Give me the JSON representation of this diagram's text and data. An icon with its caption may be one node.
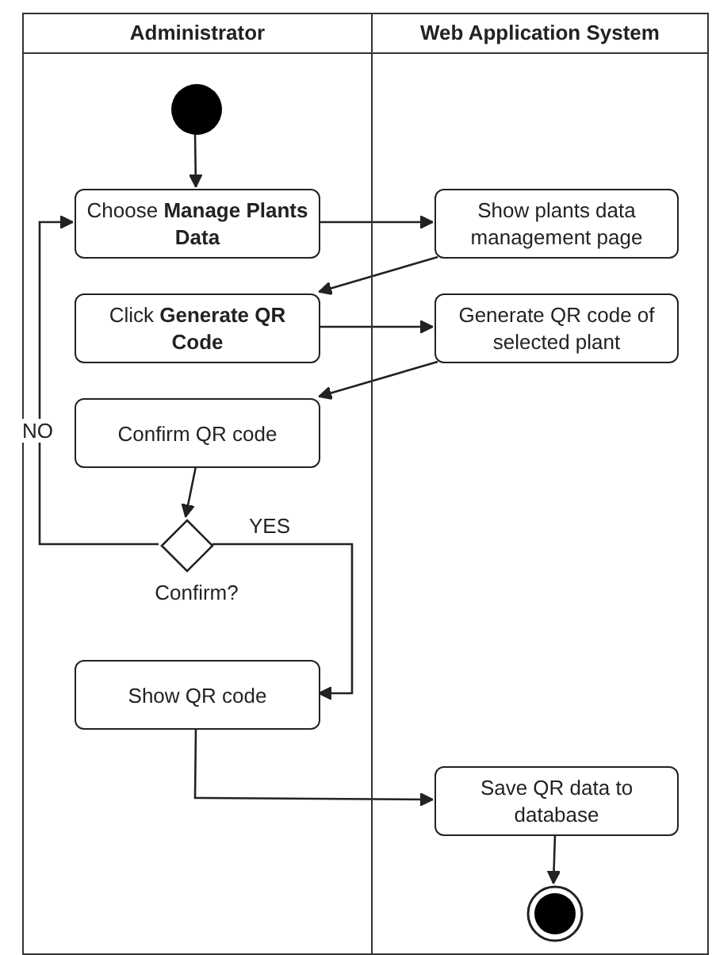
{
  "diagram": {
    "nodes": [
      {
        "text": [
          "Administrator"
        ]
      },
      {
        "text": [
          "Web Application System"
        ]
      },
      {
        "text": [],
        "shape": "circle",
        "in": 0
      },
      {
        "text": [
          "Choose **Manage Plants Data**"
        ],
        "in": 0
      },
      {
        "text": [
          "Show plants data management page"
        ],
        "in": 1
      },
      {
        "text": [
          "Click **Generate QR Code**"
        ],
        "in": 0
      },
      {
        "text": [
          "Generate QR code of selected plant"
        ],
        "in": 1
      },
      {
        "text": [
          "Confirm QR code"
        ],
        "in": 0
      },
      {
        "text": [
          "Confirm?"
        ],
        "in": 0
      },
      {
        "text": [
          "Show QR code"
        ],
        "in": 0
      },
      {
        "text": [
          "Save QR data to database"
        ],
        "in": 1
      },
      {
        "text": [],
        "shape": "circle",
        "in": 1
      }
    ],
    "edges": [
      {
        "from": 2,
        "to": 3,
        "arrow": "to"
      },
      {
        "from": 3,
        "to": 4,
        "arrow": "to"
      },
      {
        "from": 4,
        "to": 5,
        "arrow": "to"
      },
      {
        "from": 5,
        "to": 6,
        "arrow": "to"
      },
      {
        "from": 6,
        "to": 7,
        "arrow": "to"
      },
      {
        "from": 7,
        "to": 8,
        "arrow": "to"
      },
      {
        "from": 8,
        "to": 3,
        "label": "NO",
        "arrow": "to"
      },
      {
        "from": 8,
        "to": 9,
        "label": "YES",
        "arrow": "to"
      },
      {
        "from": 9,
        "to": 10,
        "arrow": "to"
      },
      {
        "from": 10,
        "to": 11,
        "arrow": "to"
      }
    ]
  }
}
